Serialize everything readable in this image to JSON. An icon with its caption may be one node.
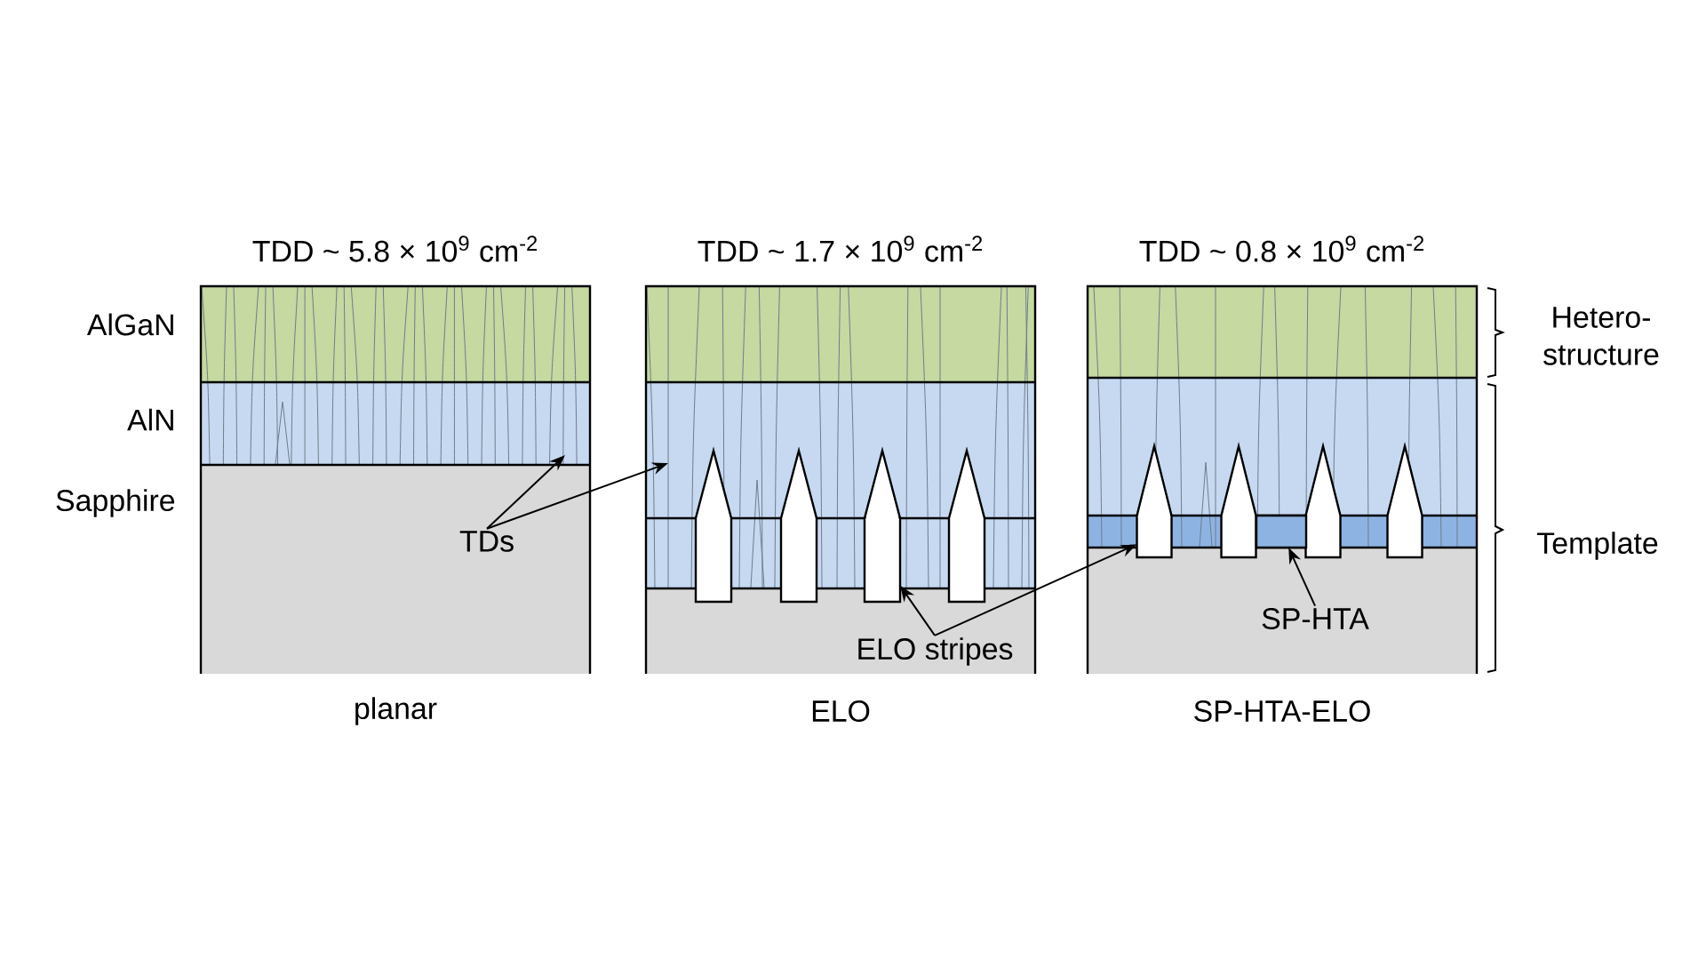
{
  "diagram": {
    "nodes": [
      {
        "text": [
          "TDs"
        ]
      },
      {
        "text": [
          "ELO stripes"
        ]
      },
      {
        "text": [
          "SP-HTA"
        ]
      },
      {
        "text": [],
        "shape": "box"
      },
      {
        "text": [],
        "shape": "box"
      },
      {
        "text": [],
        "shape": "bar"
      }
    ],
    "edges": [
      {
        "from": 0,
        "to": null,
        "arrow": "to"
      },
      {
        "from": 0,
        "to": null,
        "arrow": "to"
      },
      {
        "from": 1,
        "to": 3,
        "arrow": "to"
      },
      {
        "from": 1,
        "to": 4,
        "arrow": "to"
      },
      {
        "from": 2,
        "to": 5,
        "arrow": "to"
      }
    ],
    "labels": [
      "TDD ~ 5.8 × 10$^{9}$ cm$^{-2}$",
      "TDD ~ 1.7 × 10$^{9}$ cm$^{-2}$",
      "TDD ~ 0.8 × 10$^{9}$ cm$^{-2}$",
      "AlGaN",
      "Hetero- structure",
      "AlN",
      "Sapphire",
      "Template",
      "planar",
      "ELO",
      "SP-HTA-ELO"
    ]
  }
}
